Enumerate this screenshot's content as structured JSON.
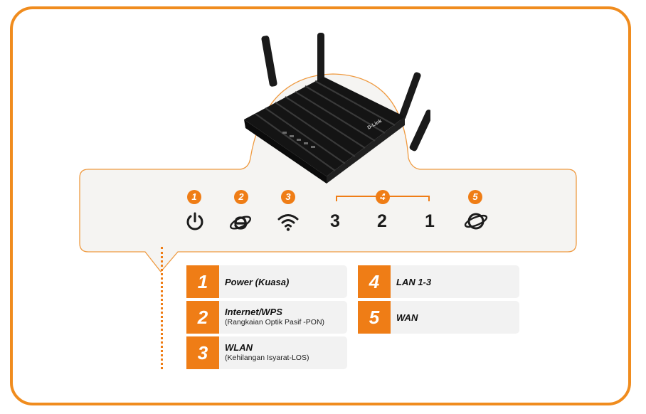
{
  "colors": {
    "accent": "#ef7d16",
    "frame": "#f08c1e",
    "panel": "#f5f4f2",
    "icon": "#1b1b1b"
  },
  "router": {
    "brand": "D-Link"
  },
  "leds": [
    {
      "badge": "1",
      "icon": "power-icon"
    },
    {
      "badge": "2",
      "icon": "internet-explorer-icon"
    },
    {
      "badge": "3",
      "icon": "wifi-icon"
    },
    {
      "badge": "4",
      "ports": [
        "3",
        "2",
        "1"
      ]
    },
    {
      "badge": "5",
      "icon": "planet-icon"
    }
  ],
  "legend": [
    {
      "num": "1",
      "title": "Power (Kuasa)",
      "subtitle": ""
    },
    {
      "num": "2",
      "title": "Internet/WPS",
      "subtitle": "(Rangkaian Optik Pasif -PON)"
    },
    {
      "num": "3",
      "title": "WLAN",
      "subtitle": "(Kehilangan Isyarat-LOS)"
    },
    {
      "num": "4",
      "title": "LAN 1-3",
      "subtitle": ""
    },
    {
      "num": "5",
      "title": "WAN",
      "subtitle": ""
    }
  ]
}
